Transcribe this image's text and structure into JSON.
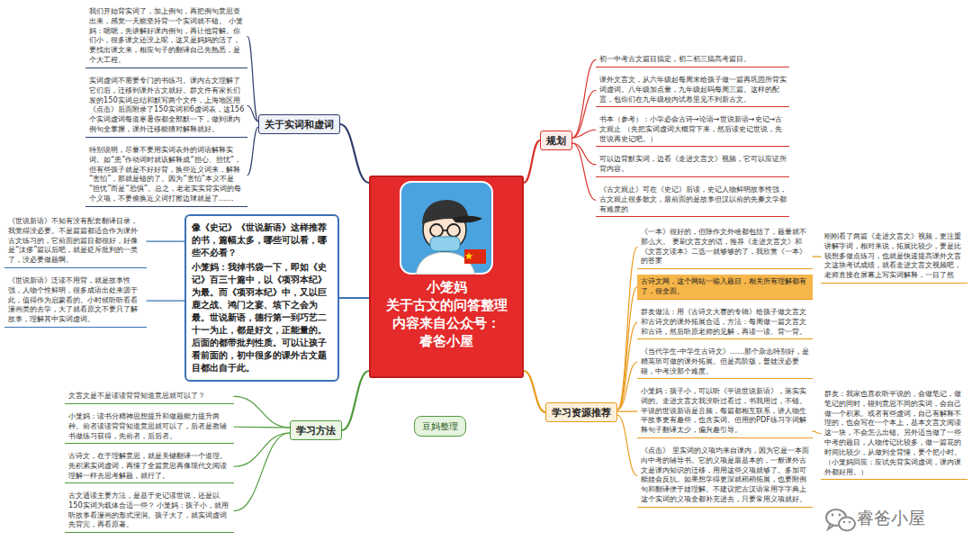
{
  "diagram": {
    "nodes": [
      {
        "text": [
          "小笼妈 关于古文的问答整理 内容来自公众号： 睿爸小屋"
        ]
      },
      {
        "text": [
          "关于实词和虚词"
        ]
      },
      {
        "text": [
          "我们开始背实词了，加上例句，再把例句意思查出来，感觉一天能坚持背一个实词就不错。 小笼妈：嗯嗯，先讲解好课内例句，再让他背解。你们小，很多课文还没上呢，这又是妈妈的活了，要找出课文来，相应句子的翻译自己先熟悉，是个大工程。"
        ]
      },
      {
        "text": [
          "实词虚词不需要专门的书练习。课内古文理解了它们后，迁移到课外古文就好。群文件有家长们发的150实词总结和默写两个文件，上海地区用《点击》后面附录了150实词和6虚词表，这156个实词虚词每道寒暑假都全部默一下，做到课内例句全掌握，课外迁移能猜对解释就好。"
        ]
      },
      {
        "text": [
          "特别说明，尽量不要用实词表外的词语解释实词。如“患”作动词时就该解释成“担心、担忧”，但有些孩子就是不好好背，换些近义词来，解释“害怕”，那就是错的了。因为“害怕”本义不是“担忧”而是“恐惧”。总之，老老实实背实词的每个义项，不要偷换近义词打擦边球就是了……"
        ]
      },
      {
        "text": [
          "像《史记》《世说新语》这样推荐的书，篇幅太多，哪些可以看，哪些不必看？",
          "小笼妈：我掉书袋一下，即如《史记》百三十篇中，以《项羽本纪》为最。而《项羽本纪》中，又以巨鹿之战、鸿门之宴、垓下之会为最。世说新语，德行第一到巧艺二十一为止，都是好文，正能量的。后面的都带批判性质。可以让孩子看前面的，初中很多的课外古文题目都出自于此。"
        ]
      },
      {
        "text": [
          "《世说新语》不知有没有配套翻译目录，我觉得没必要。不是篇篇都适合作为课外古文练习的，它前面的篇目都很好，好像是“汰侈”篇以后吧，就是贬斥批判的一类了，没必要做题啊。"
        ]
      },
      {
        "text": [
          "《世说新语》泛读不用背，就是故事性强，人物个性鲜明，很多成语出处来源于此，值得作为启蒙看的。小时候听听看看漫画类的去学，大了就看原文不要只了解故事，理解其中实词虚词。"
        ]
      },
      {
        "text": [
          "学习方法"
        ]
      },
      {
        "text": [
          "文言文是不是读读背背知道意思就可以了？"
        ]
      },
      {
        "text": [
          "小笼妈：读书分精神思想提升和做题能力提升两种。前者读读背背知道意思就可以了，后者是教辅书做练习获得，先前者，后后者。"
        ]
      },
      {
        "text": [
          "古诗文，在于理解意思，就是关键翻译一个道理。先积累实词虚词，再懂了全篇意思再像现代文阅读理解一样去思考解题，就行了。"
        ]
      },
      {
        "text": [
          "古文通读主要方法，是基于史记读世说，还是以150实词为载体合适一些？ 小笼妈：孩子小，就用听故事看漫画的形式浸润。孩子大了，就实词虚词先背完，再看原著。"
        ]
      },
      {
        "text": [
          "豆妈整理"
        ]
      },
      {
        "text": [
          "规划"
        ]
      },
      {
        "text": [
          "初一中考古文篇目搞定，初二初三搞高考篇目。"
        ]
      },
      {
        "text": [
          "课外文言文，从六年级起每周末给孩子做一篇再巩固所背实词虚词。八年级加点量，九年级起码每周三篇。这样的配置，包你们在九年级校内试卷里见不到新古文。"
        ]
      },
      {
        "text": [
          "书本（参考）：小学必会古诗→论语→世说新语→史记→古文观止 （先把实词虚词大概背下来，然后读史记世说，先世说再史记吧。）"
        ]
      },
      {
        "text": [
          "可以边背默实词，边看《走进文言文》视频，它可以应证所背内容。"
        ]
      },
      {
        "text": [
          "《古文观止》可在《史记》后读，史记人物鲜明故事性强，古文观止很多散文，最前面的是故事但汉以前的先秦文学都有难度的"
        ]
      },
      {
        "text": [
          "学习资源推荐"
        ]
      },
      {
        "text": [
          "《一本》很好的，但除作文外啥都包括了，题量就不那么大。 要刷文言文的话，推荐《走进文言文》和《文言文读本》二选一就够够的了，我欣赏《一本》的答案"
        ]
      },
      {
        "text": [
          "古诗文网，这个网站一输入题目，相关所有理解都有了，很全面。"
        ]
      },
      {
        "text": [
          "群友做法：用《古诗文大赛的专辑》给孩子做文言文和古诗文的课外拓展合适，方法：每周做一篇文言文和古诗，然后听原老师的见解，再读一读、背一背。"
        ]
      },
      {
        "text": [
          "《当代学生-中学生古诗文》……那个杂志特别好，是精英班可做的课外拓展。但是高阶版，普娃没必要碰，中考没那个难度。"
        ]
      },
      {
        "text": [
          "小笼妈：孩子小，可以听《平说世说新语》，落实实词的。走进文言文我没听过看过，书我用过，不错。平说的世说新语是音频，每篇都相互联系，讲人物生平故事更有趣些，也含实词。但用的PDF练习字词解释句子翻译太少，偏兴趣引导。"
        ]
      },
      {
        "text": [
          "《点击》 里实词的义项均来自课内，因为它是一本面向中考的辅导书。它的义项是最基本的，一般课外古文是课内知识的迁移，用用这些义项就够了。多加可能娃会反抗。如果想学得更深就稍稍拓展，也要附例句和翻译便于娃理解。不建议把古汉语常用字字典上这个实词的义项全都补充进去，只要常用义项就好。"
        ]
      },
      {
        "text": [
          "刚刚看了两篇《走进文言文》视频，更注重讲解字词，相对来说，拓展比较少，要是比较想多做点练习，也就是快速提高课外文言文这块考试成绩，就看走进文言文视频吧，老师直接在屏幕上写实词解释，一目了然"
        ]
      },
      {
        "text": [
          "群友：我家也喜欢听平说的，会做笔记，做笔记的同时，碰到意思不同的实词，会自己做一个积累。或者有些虚词，自己有解释不理的，也会写在一个本上，基本文言文阅读这一块，不会怎么出错。另外适当做了一些中考的题目，人物传记比较多，做一篇花的时间比较少，从做到全背懂，要个把小时。（小笼妈回应：应试先背实词虚词，课内课外都好用。）"
        ]
      }
    ],
    "edges": [
      {
        "from": 0,
        "to": 1,
        "arrow": "none"
      },
      {
        "from": 1,
        "to": 2,
        "arrow": "none"
      },
      {
        "from": 1,
        "to": 3,
        "arrow": "none"
      },
      {
        "from": 1,
        "to": 4,
        "arrow": "none"
      },
      {
        "from": 0,
        "to": 5,
        "arrow": "none"
      },
      {
        "from": 5,
        "to": 6,
        "arrow": "none"
      },
      {
        "from": 5,
        "to": 7,
        "arrow": "none"
      },
      {
        "from": 0,
        "to": 8,
        "arrow": "none"
      },
      {
        "from": 8,
        "to": 9,
        "arrow": "none"
      },
      {
        "from": 8,
        "to": 10,
        "arrow": "none"
      },
      {
        "from": 8,
        "to": 11,
        "arrow": "none"
      },
      {
        "from": 8,
        "to": 12,
        "arrow": "none"
      },
      {
        "from": 0,
        "to": 14,
        "arrow": "none"
      },
      {
        "from": 14,
        "to": 15,
        "arrow": "none"
      },
      {
        "from": 14,
        "to": 16,
        "arrow": "none"
      },
      {
        "from": 14,
        "to": 17,
        "arrow": "none"
      },
      {
        "from": 14,
        "to": 18,
        "arrow": "none"
      },
      {
        "from": 14,
        "to": 19,
        "arrow": "none"
      },
      {
        "from": 0,
        "to": 20,
        "arrow": "none"
      },
      {
        "from": 20,
        "to": 21,
        "arrow": "none"
      },
      {
        "from": 20,
        "to": 22,
        "arrow": "none"
      },
      {
        "from": 20,
        "to": 23,
        "arrow": "none"
      },
      {
        "from": 20,
        "to": 24,
        "arrow": "none"
      },
      {
        "from": 20,
        "to": 25,
        "arrow": "none"
      },
      {
        "from": 20,
        "to": 26,
        "arrow": "none"
      },
      {
        "from": 21,
        "to": 27,
        "arrow": "none"
      },
      {
        "from": 25,
        "to": 28,
        "arrow": "none"
      }
    ],
    "labels": [
      "睿爸小屋"
    ]
  }
}
